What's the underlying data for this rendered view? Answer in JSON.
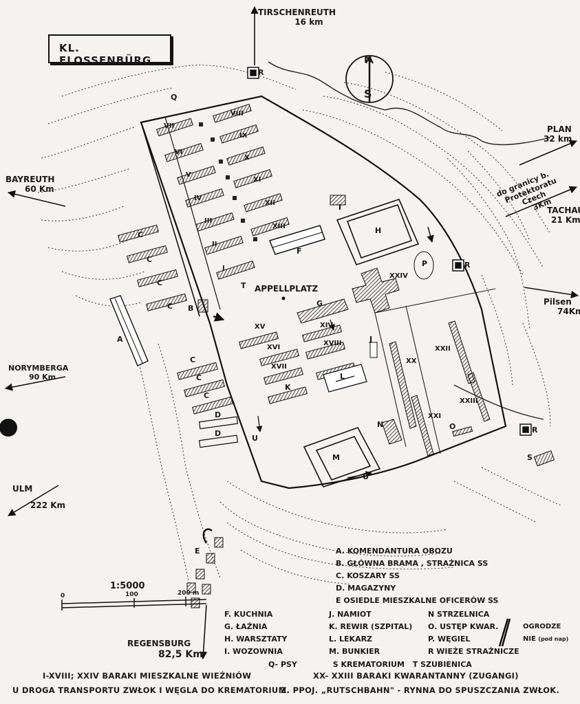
{
  "title": "KL. FLOSSENBÜRG",
  "compass": {
    "north": "N",
    "south": "S"
  },
  "directions": [
    {
      "id": "tirschenreuth",
      "name": "TIRSCHENREUTH",
      "dist": "16 km"
    },
    {
      "id": "plan",
      "name": "PLAN",
      "dist": "32 km"
    },
    {
      "id": "tachau",
      "name": "TACHAU",
      "dist": "21 Km"
    },
    {
      "id": "pilsen",
      "name": "Pilsen",
      "dist": "74Km"
    },
    {
      "id": "bayreuth",
      "name": "BAYREUTH",
      "dist": "60 Km"
    },
    {
      "id": "norymberga",
      "name": "NORYMBERGA",
      "dist": "90 Km"
    },
    {
      "id": "ulm",
      "name": "ULM",
      "dist": "222 Km"
    },
    {
      "id": "regensburg",
      "name": "REGENSBURG",
      "dist": "82,5 Km"
    }
  ],
  "border_note": [
    "do granicy b.",
    "Protektoratu",
    "Czech",
    "3Km"
  ],
  "map_labels": {
    "appellplatz": "APPELLPLATZ",
    "T": "T",
    "B": "B",
    "A": "A",
    "E": "E",
    "H": "H",
    "I": "I",
    "F": "F",
    "G": "G",
    "P": "P",
    "R": "R",
    "M": "M",
    "N": "N",
    "O": "O",
    "S": "S",
    "U": "U",
    "J": "J",
    "K": "K",
    "L": "L",
    "C": "C",
    "D": "D",
    "Q": "Q",
    "roman": [
      "I",
      "II",
      "III",
      "IV",
      "V",
      "VI",
      "VII",
      "VIII",
      "IX",
      "X",
      "XI",
      "XII",
      "XIII",
      "XIV",
      "XV",
      "XVI",
      "XVII",
      "XVIII",
      "XX",
      "XXI",
      "XXII",
      "XXIII",
      "XXIV"
    ]
  },
  "scale": {
    "ratio": "1:5000",
    "ticks": [
      "0",
      "100",
      "200 m"
    ]
  },
  "legend_main": [
    "A. KOMENDANTURA OBOZU",
    "B. GŁÓWNA BRAMA , STRAŻNICA SS",
    "C. KOSZARY SS",
    "D. MAGAZYNY",
    "E OSIEDLE MIESZKALNE OFICERÓW SS"
  ],
  "legend_col1": [
    "F. KUCHNIA",
    "G. ŁAŹNIA",
    "H. WARSZTATY",
    "I. WOZOWNIA"
  ],
  "legend_col2": [
    "J. NAMIOT",
    "K. REWIR (SZPITAL)",
    "L. LEKARZ",
    "M. BUNKIER"
  ],
  "legend_col3": [
    "N STRZELNICA",
    "O. USTĘP KWAR.",
    "P. WĘGIEL",
    "R WIEŻE STRAŻNICZE"
  ],
  "legend_fence": [
    "OGRODZE",
    "NIE",
    "(pod nap)"
  ],
  "legend_row": [
    "Q- PSY",
    "S KREMATORIUM",
    "T SZUBIENICA"
  ],
  "footer": [
    "I-XVIII; XXIV BARAKI MIESZKALNE WIEŹNIÓW",
    "XX- XXIII BARAKI KWARANTANNY (ZUGANGI)",
    "U DROGA TRANSPORTU ZWŁOK I WĘGLA DO KREMATORIUM.",
    "Z. PPOJ. „RUTSCHBAHN\" - RYNNA DO SPUSZCZANIA ZWŁOK."
  ],
  "colors": {
    "ink": "#1a1a1a",
    "paper": "#f4f3ef"
  }
}
